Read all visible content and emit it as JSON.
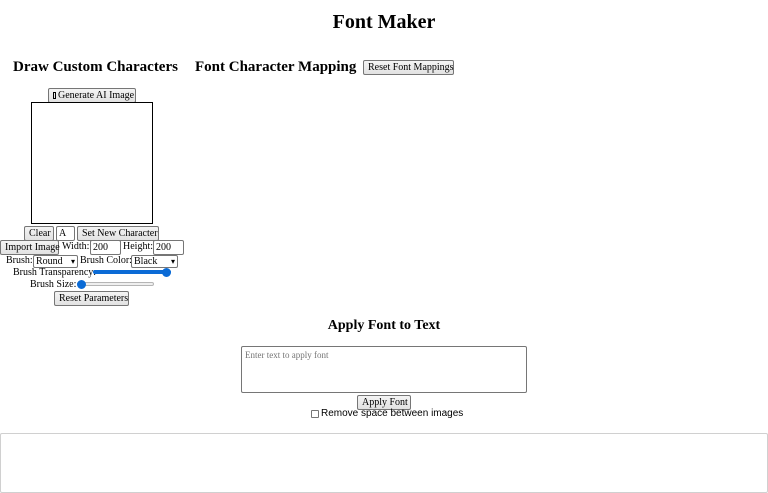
{
  "app": {
    "title": "Font Maker"
  },
  "draw": {
    "heading": "Draw Custom Characters",
    "generate_ai_label": "Generate AI Image",
    "generate_ai_icon": "placeholder-icon",
    "clear_label": "Clear",
    "character_value": "A",
    "set_char_label": "Set New Character",
    "import_label": "Import Image",
    "width_label": "Width:",
    "width_value": "200",
    "height_label": "Height:",
    "height_value": "200",
    "brush_label": "Brush:",
    "brush_value": "Round",
    "brush_color_label": "Brush Color:",
    "brush_color_value": "Black",
    "transparency_label": "Brush Transparency:",
    "transparency_level": 1.0,
    "size_label": "Brush Size:",
    "size_level": 0.0,
    "reset_params_label": "Reset Parameters"
  },
  "mapping": {
    "heading": "Font Character Mapping",
    "reset_label": "Reset Font Mappings"
  },
  "apply": {
    "heading": "Apply Font to Text",
    "placeholder": "Enter text to apply font",
    "apply_label": "Apply Font",
    "remove_space_label": "Remove space between images",
    "remove_space_checked": false
  },
  "colors": {
    "accent": "#0b6bd6"
  }
}
